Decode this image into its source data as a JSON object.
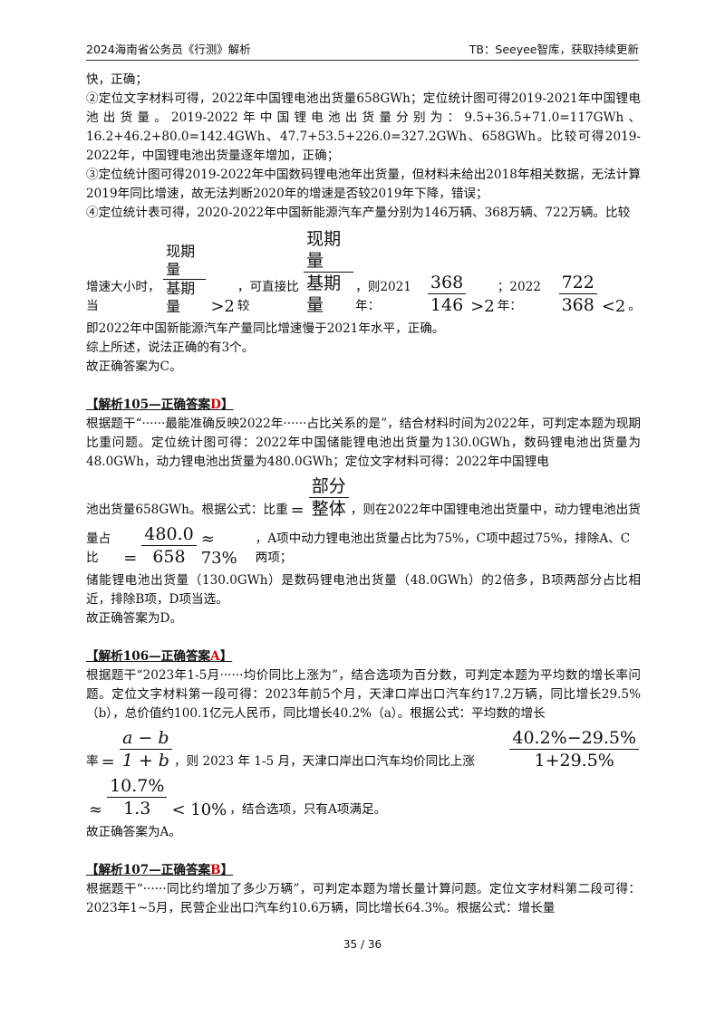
{
  "header": {
    "left": "2024海南省公务员《行测》解析",
    "right": "TB：Seeyee智库，获取持续更新"
  },
  "p104": {
    "l1": "快，正确；",
    "l2": "②定位文字材料可得，2022年中国锂电池出货量658GWh；定位统计图可得2019-2021年中国锂电池出货量。2019-2022年中国锂电池出货量分别为：9.5+36.5+71.0=117GWh、16.2+46.2+80.0=142.4GWh、47.7+53.5+226.0=327.2GWh、658GWh。比较可得2019-2022年，中国锂电池出货量逐年增加，正确；",
    "l3": "③定位统计图可得2019-2022年中国数码锂电池年出货量，但材料未给出2018年相关数据，无法计算2019年同比增速，故无法判断2020年的增速是否较2019年下降，错误；",
    "l4": "④定位统计表可得，2020-2022年中国新能源汽车产量分别为146万辆、368万辆、722万辆。比较",
    "m1": "增速大小时，当",
    "f1n": "现期量",
    "f1d": "基期量",
    "gt2": ">2",
    "m2": "，可直接比较",
    "f2n": "现期量",
    "f2d": "基期量",
    "m3": "，则2021年：",
    "f3n": "368",
    "f3d": "146",
    "gt2b": ">2",
    "m4": "；2022年：",
    "f4n": "722",
    "f4d": "368",
    "lt2": "<2",
    "m5": "。",
    "l5": "即2022年中国新能源汽车产量同比增速慢于2021年水平，正确。",
    "l6": "综上所述，说法正确的有3个。",
    "l7": "故正确答案为C。"
  },
  "s105": {
    "title": "【解析105—正确答案",
    "answer": "D",
    "close": "】",
    "t1": "根据题干“······最能准确反映2022年······占比关系的是”，结合材料时间为2022年，可判定本题为现期比重问题。定位统计图可得：2022年中国储能锂电池出货量为130.0GWh，数码锂电池出货量为48.0GWh，动力锂电池出货量为480.0GWh；定位文字材料可得：2022年中国锂电",
    "t2a": "池出货量658GWh。根据公式：比重",
    "eq": "=",
    "f1n": "部分",
    "f1d": "整体",
    "t2b": "，则在2022年中国锂电池出货量中，动力锂电池出货",
    "t3a": "量占比",
    "eq2": "=",
    "f2n": "480.0",
    "f2d": "658",
    "approx": "≈ 73%",
    "t3b": "，A项中动力锂电池出货量占比为75%，C项中超过75%，排除A、C两项；",
    "t4": "储能锂电池出货量（130.0GWh）是数码锂电池出货量（48.0GWh）的2倍多，B项两部分占比相近，排除B项，D项当选。",
    "t5": "故正确答案为D。"
  },
  "s106": {
    "title": "【解析106—正确答案",
    "answer": "A",
    "close": "】",
    "t1": "根据题干“2023年1-5月······均价同比上涨为”，结合选项为百分数，可判定本题为平均数的增长率问题。定位文字材料第一段可得：2023年前5个月，天津口岸出口汽车约17.2万辆，同比增长29.5%（b），总价值约100.1亿元人民币，同比增长40.2%（a）。根据公式：平均数的增长",
    "t2a": "率",
    "eq": "=",
    "f1n": "a − b",
    "f1d": "1 + b",
    "t2b": "，则 2023 年 1-5 月，天津口岸出口汽车均价同比上涨",
    "f2n": "40.2%−29.5%",
    "f2d": "1+29.5%",
    "approx": "≈",
    "f3n": "10.7%",
    "f3d": "1.3",
    "lt": "< 10%",
    "t3b": "，结合选项，只有A项满足。",
    "t4": "故正确答案为A。"
  },
  "s107": {
    "title": "【解析107—正确答案",
    "answer": "B",
    "close": "】",
    "t1": "根据题干“······同比约增加了多少万辆”，可判定本题为增长量计算问题。定位文字材料第二段可得：2023年1~5月，民营企业出口汽车约10.6万辆，同比增长64.3%。根据公式：增长量"
  },
  "footer": {
    "page": "35 / 36"
  }
}
